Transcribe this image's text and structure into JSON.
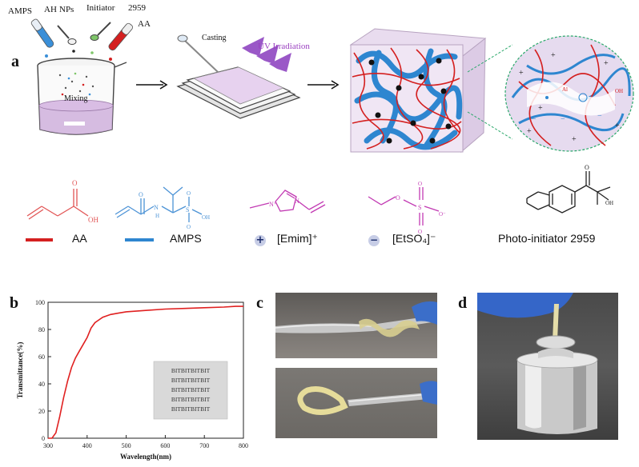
{
  "panel_a": {
    "letter": "a",
    "reagents": [
      "AMPS",
      "AH",
      "NPs",
      "Initiator",
      "2959",
      "AA"
    ],
    "mixing": "Mixing",
    "casting": "Casting",
    "uv": "UV Irradiation"
  },
  "structures": {
    "aa_label": "AA",
    "amps_label": "AMPS",
    "emim_label": "[Emim]⁺",
    "etso4_label": "[EtSO₄]⁻",
    "initiator_label": "Photo-initiator  2959",
    "atom_oh": "OH",
    "atom_nh": "H",
    "atom_n": "N",
    "atom_s": "S",
    "atom_o": "O",
    "atom_nplus": "N⁺",
    "atom_ominus": "O⁻",
    "plus": "+",
    "minus": "−"
  },
  "panel_b": {
    "letter": "b",
    "xlabel": "Wavelength(nm)",
    "ylabel": "Transmittance(%)",
    "inset_text": "BITBITBITBIT"
  },
  "panel_c": {
    "letter": "c"
  },
  "panel_d": {
    "letter": "d"
  },
  "chart_data": {
    "type": "line",
    "title": "",
    "xlabel": "Wavelength(nm)",
    "ylabel": "Transmittance(%)",
    "xlim": [
      300,
      800
    ],
    "ylim": [
      0,
      100
    ],
    "xticks": [
      300,
      400,
      500,
      600,
      700,
      800
    ],
    "yticks": [
      0,
      20,
      40,
      60,
      80,
      100
    ],
    "series": [
      {
        "color": "#e02020",
        "x": [
          300,
          310,
          320,
          330,
          340,
          350,
          360,
          370,
          380,
          390,
          400,
          410,
          420,
          430,
          440,
          450,
          460,
          480,
          500,
          550,
          600,
          650,
          700,
          750,
          780,
          800
        ],
        "y": [
          0,
          0,
          4,
          16,
          30,
          42,
          52,
          59,
          64,
          69,
          74,
          81,
          85,
          87,
          89,
          90,
          91,
          92,
          93,
          94,
          95,
          95.5,
          96,
          96.5,
          97,
          97
        ]
      }
    ]
  }
}
